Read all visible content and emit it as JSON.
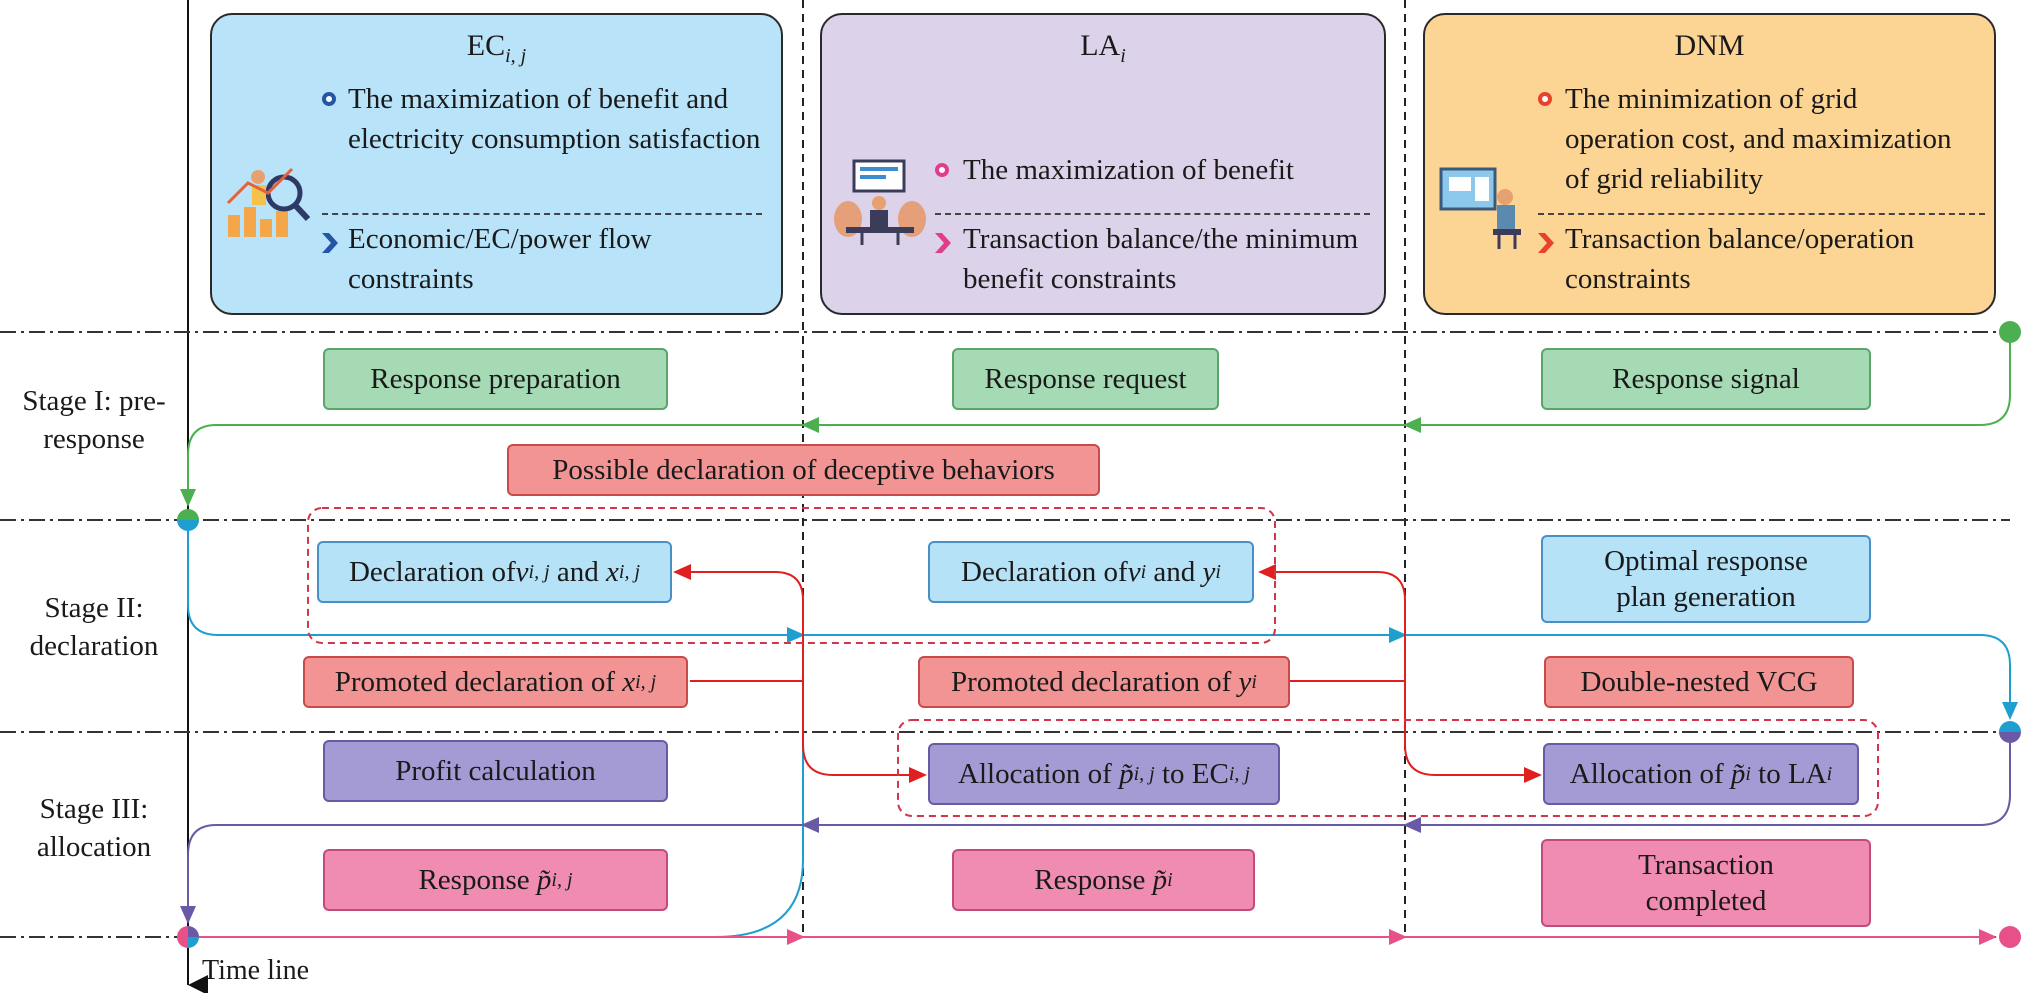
{
  "headers": [
    {
      "title": "EC",
      "title_sub": "i, j",
      "objective": "The maximization of benefit and electricity consumption satisfaction",
      "constraint": "Economic/EC/power flow constraints",
      "color": "#b8e3f8",
      "accent": "#2456a6",
      "icon": "analytics-person-icon"
    },
    {
      "title": "LA",
      "title_sub": "i",
      "objective": "The maximization of benefit",
      "constraint": "Transaction balance/the minimum benefit constraints",
      "color": "#dcd3eb",
      "accent": "#e23c8c",
      "icon": "meeting-icon"
    },
    {
      "title": "DNM",
      "title_sub": "",
      "objective": "The minimization of grid operation cost, and maximization of grid reliability",
      "constraint": "Transaction balance/operation constraints",
      "color": "#fcd494",
      "accent": "#e8432a",
      "icon": "monitor-operator-icon"
    }
  ],
  "stages": [
    {
      "line1": "Stage I: pre-",
      "line2": "response"
    },
    {
      "line1": "Stage II:",
      "line2": "declaration"
    },
    {
      "line1": "Stage III:",
      "line2": "allocation"
    }
  ],
  "boxes": {
    "response_preparation": "Response preparation",
    "response_request": "Response request",
    "response_signal": "Response signal",
    "deceptive": "Possible declaration of deceptive behaviors",
    "decl_ec": {
      "pre": "Declaration of ",
      "v": "v",
      "v_sub": "i, j",
      "mid": " and ",
      "x": "x",
      "x_sub": "i, j"
    },
    "decl_la": {
      "pre": "Declaration of ",
      "v": "v",
      "v_sub": "i",
      "mid": " and ",
      "y": "y",
      "y_sub": "i"
    },
    "optimal_plan": {
      "line1": "Optimal response",
      "line2": "plan generation"
    },
    "promoted_ec": {
      "pre": "Promoted declaration of ",
      "x": "x",
      "x_sub": "i, j"
    },
    "promoted_la": {
      "pre": "Promoted declaration of ",
      "y": "y",
      "y_sub": "i"
    },
    "double_vcg": "Double-nested VCG",
    "profit": "Profit calculation",
    "alloc_ec": {
      "pre": "Allocation of ",
      "p": "p̃",
      "p_sub": "i, j",
      "mid": " to EC",
      "t_sub": "i, j"
    },
    "alloc_la": {
      "pre": "Allocation of ",
      "p": "p̃",
      "p_sub": "i",
      "mid": " to LA",
      "t_sub": "i"
    },
    "resp_ec": {
      "pre": "Response ",
      "p": "p̃",
      "p_sub": "i, j"
    },
    "resp_la": {
      "pre": "Response ",
      "p": "p̃",
      "p_sub": "i"
    },
    "transaction": {
      "line1": "Transaction",
      "line2": "completed"
    }
  },
  "timeline_label": "Time line",
  "colors": {
    "green": "#4cb050",
    "red": "#e02020",
    "blue": "#1e9fd0",
    "purple": "#6a5aa6",
    "pink": "#e8508a"
  }
}
